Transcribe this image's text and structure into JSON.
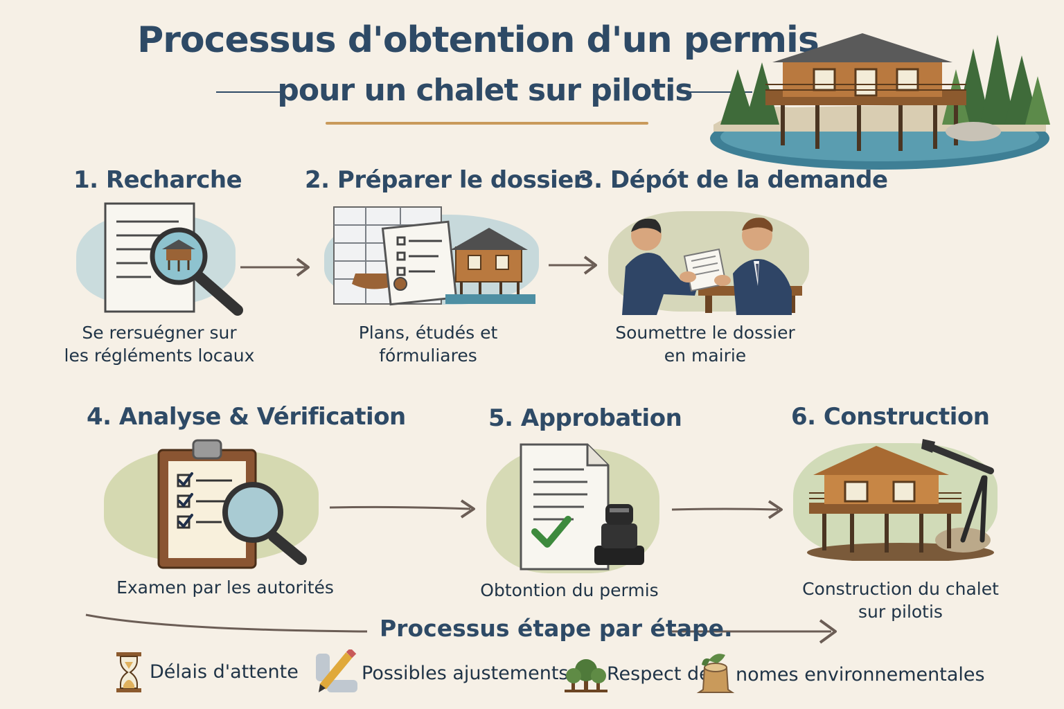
{
  "header": {
    "title": "Processus d'obtention d'un permis",
    "subtitle": "pour un chalet sur pilotis"
  },
  "steps": [
    {
      "title": "1. Recharche",
      "desc_line1": "Se rersuégner sur",
      "desc_line2": "les régléments locaux",
      "icon": "document-magnifier-icon"
    },
    {
      "title": "2. Préparer le dossier",
      "desc_line1": "Plans, étudés et",
      "desc_line2": "fórmuliares",
      "icon": "plans-and-forms-icon"
    },
    {
      "title": "3. Dépót de la demande",
      "desc_line1": "Soumettre le dossier",
      "desc_line2": "en mairie",
      "icon": "handover-icon"
    },
    {
      "title": "4. Analyse & Vérification",
      "desc_line1": "Examen par les autorités",
      "desc_line2": "",
      "icon": "clipboard-check-icon"
    },
    {
      "title": "5. Approbation",
      "desc_line1": "Obtontion du permis",
      "desc_line2": "",
      "icon": "approved-stamp-icon"
    },
    {
      "title": "6. Construction",
      "desc_line1": "Construction du chalet",
      "desc_line2": "sur pilotis",
      "icon": "construction-chalet-icon"
    }
  ],
  "footer": {
    "label": "Processus étape par étape."
  },
  "legend": [
    {
      "label": "Délais d'attente",
      "icon": "hourglass-icon"
    },
    {
      "label": "Possibles ajustements",
      "icon": "pencil-icon"
    },
    {
      "label": "Respect de",
      "icon": "trees-icon"
    },
    {
      "label": "nomes environnementales",
      "icon": "stump-icon"
    }
  ],
  "colors": {
    "title": "#2e4a66",
    "accent": "#c99a5b",
    "background": "#f6f0e6",
    "arrow": "#6b5d55"
  }
}
